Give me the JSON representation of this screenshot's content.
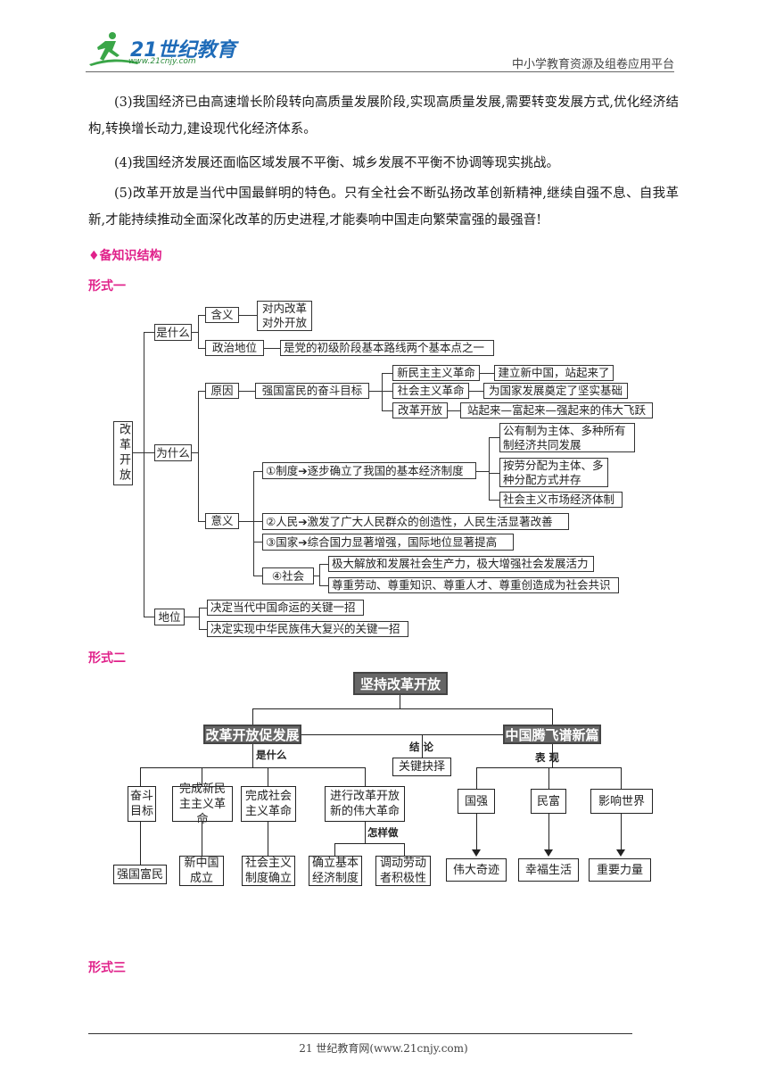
{
  "header": {
    "logo_text": "21世纪教育",
    "logo_url_text": "www.21cnjy.com",
    "platform": "中小学教育资源及组卷应用平台"
  },
  "paragraphs": [
    "(3)我国经济已由高速增长阶段转向高质量发展阶段,实现高质量发展,需要转变发展方式,优化经济结构,转换增长动力,建设现代化经济体系。",
    "(4)我国经济发展还面临区域发展不平衡、城乡发展不平衡不协调等现实挑战。",
    "(5)改革开放是当代中国最鲜明的特色。只有全社会不断弘扬改革创新精神,继续自强不息、自我革新,才能持续推动全面深化改革的历史进程,才能奏响中国走向繁荣富强的最强音!"
  ],
  "section_title": "♦备知识结构",
  "form1": {
    "label": "形式一",
    "root": "改革开放",
    "what": "是什么",
    "meaning": "含义",
    "meaning_items": [
      "对内改革",
      "对外开放"
    ],
    "political_status": "政治地位",
    "political_status_value": "是党的初级阶段基本路线两个基本点之一",
    "why": "为什么",
    "reason": "原因",
    "reason_value": "强国富民的奋斗目标",
    "revolutions": [
      {
        "name": "新民主主义革命",
        "result": "建立新中国，站起来了"
      },
      {
        "name": "社会主义革命",
        "result": "为国家发展奠定了坚实基础"
      },
      {
        "name": "改革开放",
        "result": "站起来—富起来—强起来的伟大飞跃"
      }
    ],
    "significance": "意义",
    "sig_system": "①制度➔逐步确立了我国的基本经济制度",
    "system_items": [
      "公有制为主体、多种所有制经济共同发展",
      "按劳分配为主体、多种分配方式并存",
      "社会主义市场经济体制"
    ],
    "sig_people": "②人民➔激发了广大人民群众的创造性，人民生活显著改善",
    "sig_country": "③国家➔综合国力显著增强，国际地位显著提高",
    "sig_society": "④社会",
    "society_items": [
      "极大解放和发展社会生产力，极大增强社会发展活力",
      "尊重劳动、尊重知识、尊重人才、尊重创造成为社会共识"
    ],
    "status": "地位",
    "status_items": [
      "决定当代中国命运的关键一招",
      "决定实现中华民族伟大复兴的关键一招"
    ]
  },
  "form2": {
    "label": "形式二",
    "top": "坚持改革开放",
    "left": "改革开放促发展",
    "right": "中国腾飞谱新篇",
    "conclusion_label": "结 论",
    "conclusion": "关键抉择",
    "what_label": "是什么",
    "show_label": "表 现",
    "how_label": "怎样做",
    "left_items": [
      "奋斗目标",
      "完成新民主主义革命",
      "完成社会主义革命",
      "进行改革开放新的伟大革命"
    ],
    "left_results": [
      "强国富民",
      "新中国成立",
      "社会主义制度确立"
    ],
    "how_items": [
      "确立基本经济制度",
      "调动劳动者积极性"
    ],
    "right_items": [
      "国强",
      "民富",
      "影响世界"
    ],
    "right_results": [
      "伟大奇迹",
      "幸福生活",
      "重要力量"
    ]
  },
  "form3": {
    "label": "形式三"
  },
  "footer": "21 世纪教育网(www.21cnjy.com)"
}
